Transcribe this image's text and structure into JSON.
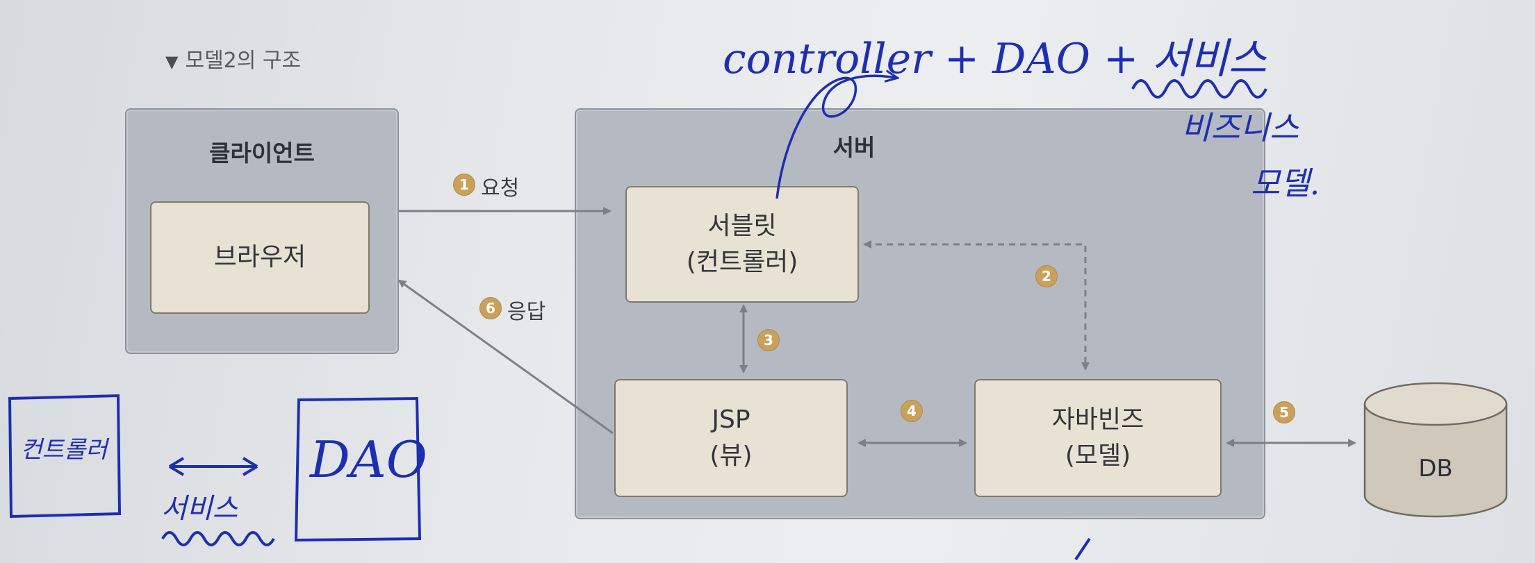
{
  "caption": "모델2의 구조",
  "client": {
    "title": "클라이언트",
    "browser": "브라우저"
  },
  "server": {
    "title": "서버",
    "servlet_line1": "서블릿",
    "servlet_line2": "(컨트롤러)",
    "jsp_line1": "JSP",
    "jsp_line2": "(뷰)",
    "beans_line1": "자바빈즈",
    "beans_line2": "(모델)"
  },
  "db": "DB",
  "steps": {
    "s1": {
      "num": "1",
      "label": "요청"
    },
    "s2": {
      "num": "2"
    },
    "s3": {
      "num": "3"
    },
    "s4": {
      "num": "4"
    },
    "s5": {
      "num": "5"
    },
    "s6": {
      "num": "6",
      "label": "응답"
    }
  },
  "handwriting": {
    "top": "controller + DAO + 서비스",
    "right_line1": "비즈니스",
    "right_line2": "모델.",
    "left_box": "컨트롤러",
    "left_middle": "서비스",
    "left_dao": "DAO"
  },
  "colors": {
    "panel": "#b5bac2",
    "box": "#e8e2d5",
    "marker": "#c9a15c",
    "ink": "#1d2fb0"
  }
}
